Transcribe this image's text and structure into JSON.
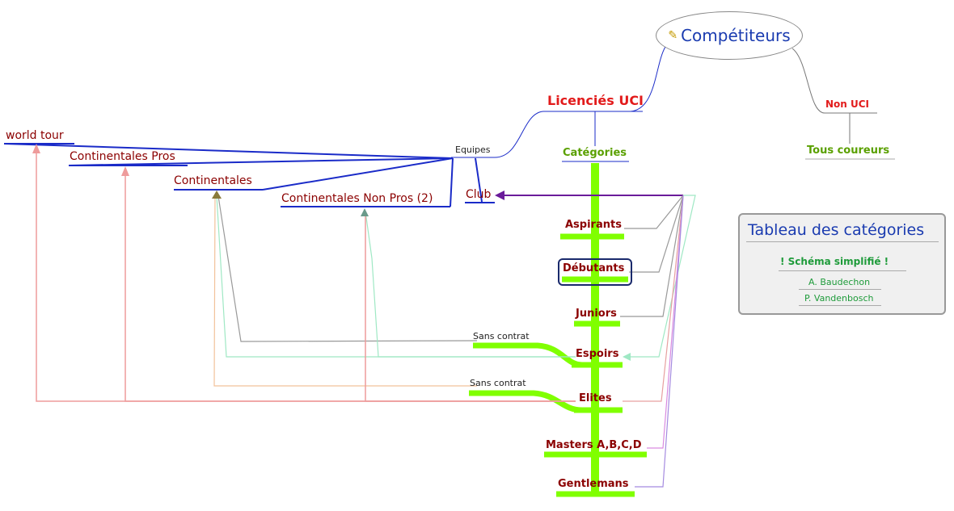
{
  "root": {
    "title": "Compétiteurs",
    "icon": "note-pencil-icon"
  },
  "branches": {
    "uci": "Licenciés UCI",
    "non_uci": "Non UCI",
    "categories": "Catégories",
    "all_riders": "Tous coureurs",
    "teams": "Equipes"
  },
  "teams": {
    "world_tour": "world tour",
    "continentales_pros": "Continentales Pros",
    "continentales": "Continentales",
    "continentales_non_pros": "Continentales Non Pros (2)",
    "club": "Club"
  },
  "categories": [
    "Aspirants",
    "Débutants",
    "Juniors",
    "Espoirs",
    "Elites",
    "Masters A,B,C,D",
    "Gentlemans"
  ],
  "annotations": {
    "sans_contrat_1": "Sans contrat",
    "sans_contrat_2": "Sans contrat"
  },
  "legend": {
    "title": "Tableau des catégories",
    "subtitle": "! Schéma simplifié !",
    "authors": [
      "A. Baudechon",
      "P. Vandenbosch"
    ]
  },
  "colors": {
    "root_text": "#1a3bb0",
    "uci_red": "#e21b1b",
    "category_green": "#5aa000",
    "team_maroon": "#8b0000",
    "trunk_green": "#80ff00",
    "team_link_blue": "#1a2bc8",
    "club_link_purple": "#6a1b9a"
  }
}
